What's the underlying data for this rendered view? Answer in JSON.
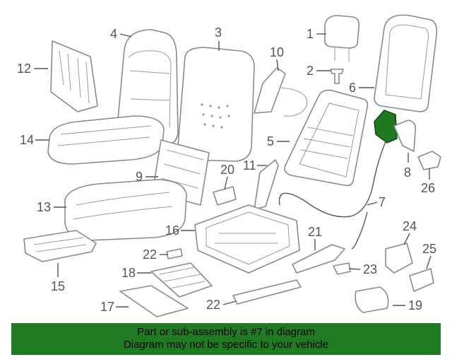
{
  "callouts": {
    "n1": "1",
    "n2": "2",
    "n3": "3",
    "n4": "4",
    "n5": "5",
    "n6": "6",
    "n7": "7",
    "n8": "8",
    "n9": "9",
    "n10": "10",
    "n11": "11",
    "n12": "12",
    "n13": "13",
    "n14": "14",
    "n15": "15",
    "n16": "16",
    "n17": "17",
    "n18": "18",
    "n19": "19",
    "n20": "20",
    "n21": "21",
    "n22a": "22",
    "n22b": "22",
    "n23": "23",
    "n24": "24",
    "n25": "25",
    "n26": "26"
  },
  "highlight_color": "#1f7a1f",
  "banner": {
    "line1": "Part or sub-assembly is #7 in diagram",
    "line2": "Diagram may not be specific to your vehicle",
    "background": "#207a22"
  }
}
